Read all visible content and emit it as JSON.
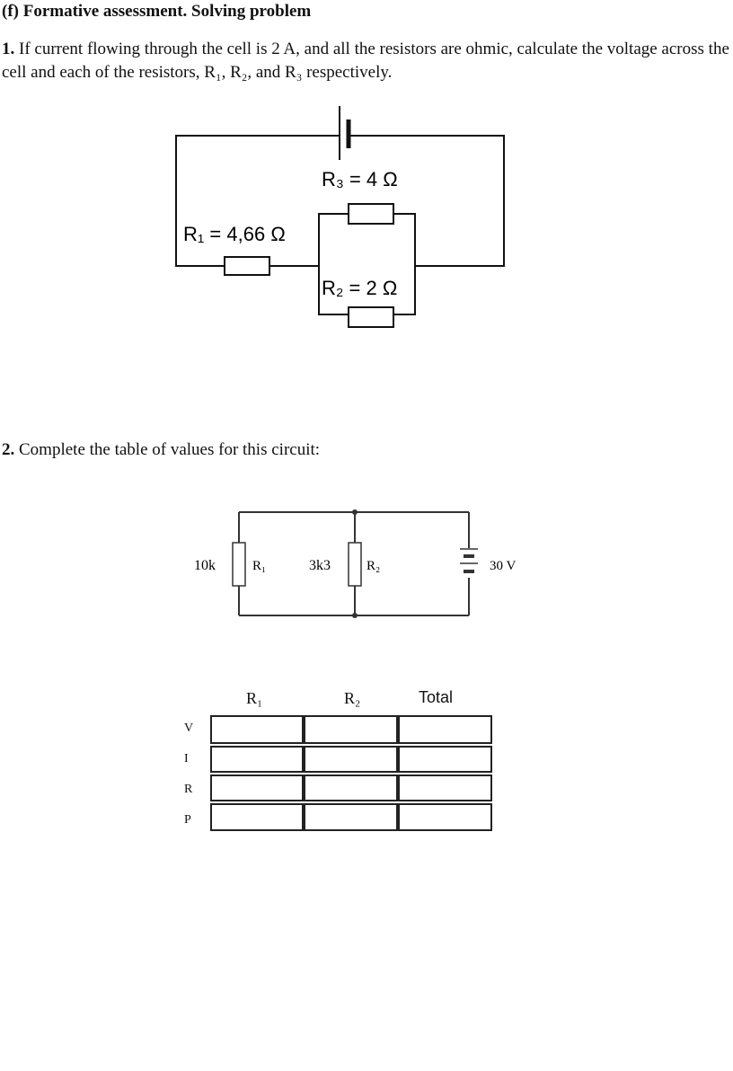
{
  "heading": "(f) Formative assessment. Solving problem",
  "q1": {
    "number": "1.",
    "text": "If current flowing through the cell is 2 A, and all the resistors are ohmic, calculate the voltage across the cell and each of the resistors, R₁, R₂, and R₃ respectively."
  },
  "circuit1": {
    "r1_label": "R₁ = 4,66 Ω",
    "r2_label": "R₂ = 2 Ω",
    "r3_label": "R₃ = 4 Ω"
  },
  "q2": {
    "number": "2.",
    "text": "Complete the table of values for this circuit:"
  },
  "circuit2": {
    "r1_value": "10k",
    "r1_name": "R₁",
    "r2_value": "3k3",
    "r2_name": "R₂",
    "battery": "30 V"
  },
  "table": {
    "columns": [
      "R₁",
      "R₂",
      "Total"
    ],
    "rows": [
      "V",
      "I",
      "R",
      "P"
    ]
  }
}
